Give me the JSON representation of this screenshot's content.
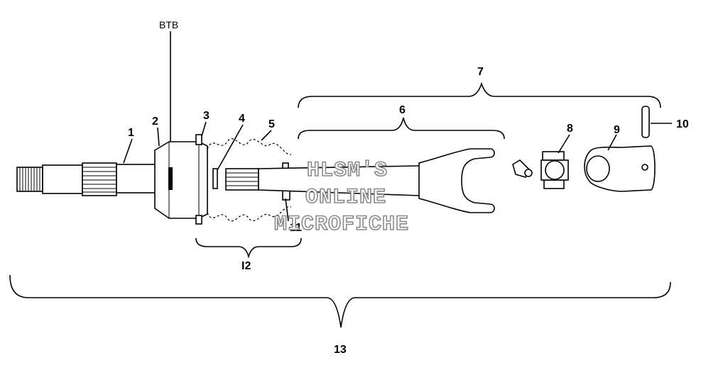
{
  "callouts": {
    "btb": "BTB",
    "c1": "1",
    "c2": "2",
    "c3": "3",
    "c4": "4",
    "c5": "5",
    "c6": "6",
    "c7": "7",
    "c8": "8",
    "c9": "9",
    "c10": "10",
    "c11": "11",
    "c12": "I2",
    "c13": "13"
  },
  "watermark": {
    "line1": "HLSM'S",
    "line2": "ONLINE",
    "line3": "MICROFICHE"
  }
}
